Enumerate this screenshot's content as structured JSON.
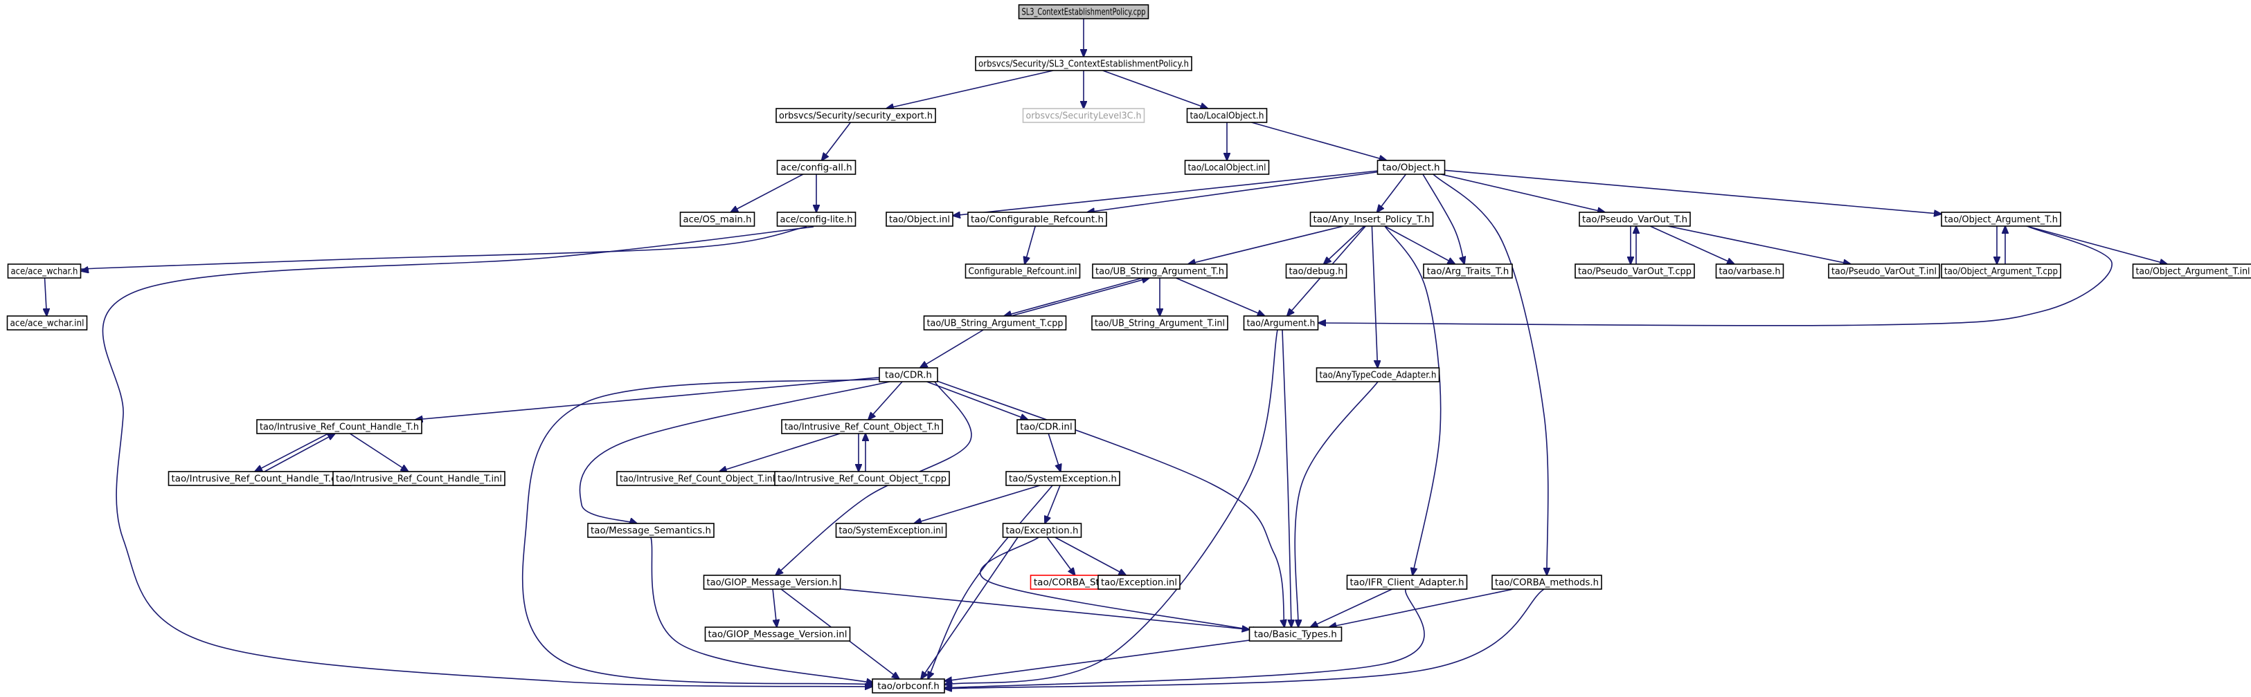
{
  "graph": {
    "colors": {
      "edge": "#191970",
      "root_fill": "#bfbfbf",
      "box_stroke": "#000000",
      "missing_stroke": "#bfbfbf",
      "undocumented_stroke": "#ff0000"
    },
    "nodes": [
      {
        "id": "root",
        "label": "SL3_ContextEstablishmentPolicy.cpp",
        "kind": "root"
      },
      {
        "id": "sl3h",
        "label": "orbsvcs/Security/SL3_ContextEstablishmentPolicy.h"
      },
      {
        "id": "secexp",
        "label": "orbsvcs/Security/security_export.h"
      },
      {
        "id": "seclevel",
        "label": "orbsvcs/SecurityLevel3C.h",
        "kind": "missing"
      },
      {
        "id": "localobj",
        "label": "tao/LocalObject.h"
      },
      {
        "id": "cfgall",
        "label": "ace/config-all.h"
      },
      {
        "id": "localobjinl",
        "label": "tao/LocalObject.inl"
      },
      {
        "id": "objh",
        "label": "tao/Object.h"
      },
      {
        "id": "osmain",
        "label": "ace/OS_main.h"
      },
      {
        "id": "cfglite",
        "label": "ace/config-lite.h"
      },
      {
        "id": "objinl",
        "label": "tao/Object.inl"
      },
      {
        "id": "confref",
        "label": "tao/Configurable_Refcount.h"
      },
      {
        "id": "anyins",
        "label": "tao/Any_Insert_Policy_T.h"
      },
      {
        "id": "pseudo",
        "label": "tao/Pseudo_VarOut_T.h"
      },
      {
        "id": "objarg",
        "label": "tao/Object_Argument_T.h"
      },
      {
        "id": "acewchar",
        "label": "ace/ace_wchar.h"
      },
      {
        "id": "confrefinl",
        "label": "Configurable_Refcount.inl"
      },
      {
        "id": "ubstr",
        "label": "tao/UB_String_Argument_T.h"
      },
      {
        "id": "debug",
        "label": "tao/debug.h"
      },
      {
        "id": "argtraits",
        "label": "tao/Arg_Traits_T.h"
      },
      {
        "id": "pseudocpp",
        "label": "tao/Pseudo_VarOut_T.cpp"
      },
      {
        "id": "varbase",
        "label": "tao/varbase.h"
      },
      {
        "id": "pseudoinl",
        "label": "tao/Pseudo_VarOut_T.inl"
      },
      {
        "id": "objargcpp",
        "label": "tao/Object_Argument_T.cpp"
      },
      {
        "id": "objarginl",
        "label": "tao/Object_Argument_T.inl"
      },
      {
        "id": "acewcharinl",
        "label": "ace/ace_wchar.inl"
      },
      {
        "id": "ubstrcpp",
        "label": "tao/UB_String_Argument_T.cpp"
      },
      {
        "id": "ubstrinl",
        "label": "tao/UB_String_Argument_T.inl"
      },
      {
        "id": "argh",
        "label": "tao/Argument.h"
      },
      {
        "id": "cdrh",
        "label": "tao/CDR.h"
      },
      {
        "id": "anytc",
        "label": "tao/AnyTypeCode_Adapter.h"
      },
      {
        "id": "irch",
        "label": "tao/Intrusive_Ref_Count_Handle_T.h"
      },
      {
        "id": "irco",
        "label": "tao/Intrusive_Ref_Count_Object_T.h"
      },
      {
        "id": "cdrinl",
        "label": "tao/CDR.inl"
      },
      {
        "id": "irchcpp",
        "label": "tao/Intrusive_Ref_Count_Handle_T.cpp"
      },
      {
        "id": "irchinl",
        "label": "tao/Intrusive_Ref_Count_Handle_T.inl"
      },
      {
        "id": "ircoinl",
        "label": "tao/Intrusive_Ref_Count_Object_T.inl"
      },
      {
        "id": "ircocpp",
        "label": "tao/Intrusive_Ref_Count_Object_T.cpp"
      },
      {
        "id": "sysexc",
        "label": "tao/SystemException.h"
      },
      {
        "id": "sysexcinl",
        "label": "tao/SystemException.inl"
      },
      {
        "id": "msgsem",
        "label": "tao/Message_Semantics.h"
      },
      {
        "id": "exch",
        "label": "tao/Exception.h"
      },
      {
        "id": "giop",
        "label": "tao/GIOP_Message_Version.h"
      },
      {
        "id": "corbastr",
        "label": "tao/CORBA_String.h",
        "kind": "undocumented"
      },
      {
        "id": "excinl",
        "label": "tao/Exception.inl"
      },
      {
        "id": "ifr",
        "label": "tao/IFR_Client_Adapter.h"
      },
      {
        "id": "corbameth",
        "label": "tao/CORBA_methods.h"
      },
      {
        "id": "giopinl",
        "label": "tao/GIOP_Message_Version.inl"
      },
      {
        "id": "basic",
        "label": "tao/Basic_Types.h"
      },
      {
        "id": "orbconf",
        "label": "tao/orbconf.h"
      }
    ],
    "edges": [
      {
        "from": "root",
        "to": "sl3h"
      },
      {
        "from": "sl3h",
        "to": "secexp"
      },
      {
        "from": "sl3h",
        "to": "seclevel"
      },
      {
        "from": "sl3h",
        "to": "localobj"
      },
      {
        "from": "secexp",
        "to": "cfgall"
      },
      {
        "from": "localobj",
        "to": "localobjinl"
      },
      {
        "from": "localobj",
        "to": "objh"
      },
      {
        "from": "cfgall",
        "to": "osmain"
      },
      {
        "from": "cfgall",
        "to": "cfglite"
      },
      {
        "from": "cfglite",
        "to": "acewchar"
      },
      {
        "from": "cfglite",
        "to": "orbconf"
      },
      {
        "from": "acewchar",
        "to": "acewcharinl"
      },
      {
        "from": "objh",
        "to": "objinl"
      },
      {
        "from": "objh",
        "to": "confref"
      },
      {
        "from": "objh",
        "to": "anyins"
      },
      {
        "from": "objh",
        "to": "pseudo"
      },
      {
        "from": "objh",
        "to": "objarg"
      },
      {
        "from": "objh",
        "to": "argtraits"
      },
      {
        "from": "objh",
        "to": "corbameth"
      },
      {
        "from": "confref",
        "to": "confrefinl"
      },
      {
        "from": "anyins",
        "to": "ubstr"
      },
      {
        "from": "anyins",
        "to": "debug"
      },
      {
        "from": "anyins",
        "to": "argtraits"
      },
      {
        "from": "anyins",
        "to": "argh"
      },
      {
        "from": "anyins",
        "to": "anytc"
      },
      {
        "from": "anyins",
        "to": "ifr"
      },
      {
        "from": "pseudo",
        "to": "pseudocpp"
      },
      {
        "from": "pseudo",
        "to": "varbase"
      },
      {
        "from": "pseudo",
        "to": "pseudoinl"
      },
      {
        "from": "pseudocpp",
        "to": "pseudo"
      },
      {
        "from": "objarg",
        "to": "objargcpp"
      },
      {
        "from": "objarg",
        "to": "objarginl"
      },
      {
        "from": "objarg",
        "to": "argh"
      },
      {
        "from": "objargcpp",
        "to": "objarg"
      },
      {
        "from": "ubstr",
        "to": "ubstrcpp"
      },
      {
        "from": "ubstr",
        "to": "ubstrinl"
      },
      {
        "from": "ubstr",
        "to": "argh"
      },
      {
        "from": "ubstrcpp",
        "to": "ubstr"
      },
      {
        "from": "ubstrcpp",
        "to": "cdrh"
      },
      {
        "from": "argh",
        "to": "basic"
      },
      {
        "from": "argh",
        "to": "orbconf"
      },
      {
        "from": "anytc",
        "to": "basic"
      },
      {
        "from": "cdrh",
        "to": "irch"
      },
      {
        "from": "cdrh",
        "to": "irco"
      },
      {
        "from": "cdrh",
        "to": "cdrinl"
      },
      {
        "from": "cdrh",
        "to": "msgsem"
      },
      {
        "from": "cdrh",
        "to": "giop"
      },
      {
        "from": "cdrh",
        "to": "basic"
      },
      {
        "from": "cdrh",
        "to": "orbconf"
      },
      {
        "from": "irch",
        "to": "irchcpp"
      },
      {
        "from": "irch",
        "to": "irchinl"
      },
      {
        "from": "irchcpp",
        "to": "irch"
      },
      {
        "from": "irco",
        "to": "ircoinl"
      },
      {
        "from": "irco",
        "to": "ircocpp"
      },
      {
        "from": "ircocpp",
        "to": "irco"
      },
      {
        "from": "cdrinl",
        "to": "sysexc"
      },
      {
        "from": "sysexc",
        "to": "sysexcinl"
      },
      {
        "from": "sysexc",
        "to": "exch"
      },
      {
        "from": "sysexc",
        "to": "orbconf"
      },
      {
        "from": "exch",
        "to": "corbastr"
      },
      {
        "from": "exch",
        "to": "excinl"
      },
      {
        "from": "exch",
        "to": "basic"
      },
      {
        "from": "exch",
        "to": "orbconf"
      },
      {
        "from": "msgsem",
        "to": "orbconf"
      },
      {
        "from": "giop",
        "to": "giopinl"
      },
      {
        "from": "giop",
        "to": "basic"
      },
      {
        "from": "giop",
        "to": "orbconf"
      },
      {
        "from": "ifr",
        "to": "basic"
      },
      {
        "from": "ifr",
        "to": "orbconf"
      },
      {
        "from": "corbameth",
        "to": "basic"
      },
      {
        "from": "corbameth",
        "to": "orbconf"
      },
      {
        "from": "basic",
        "to": "orbconf"
      }
    ]
  }
}
